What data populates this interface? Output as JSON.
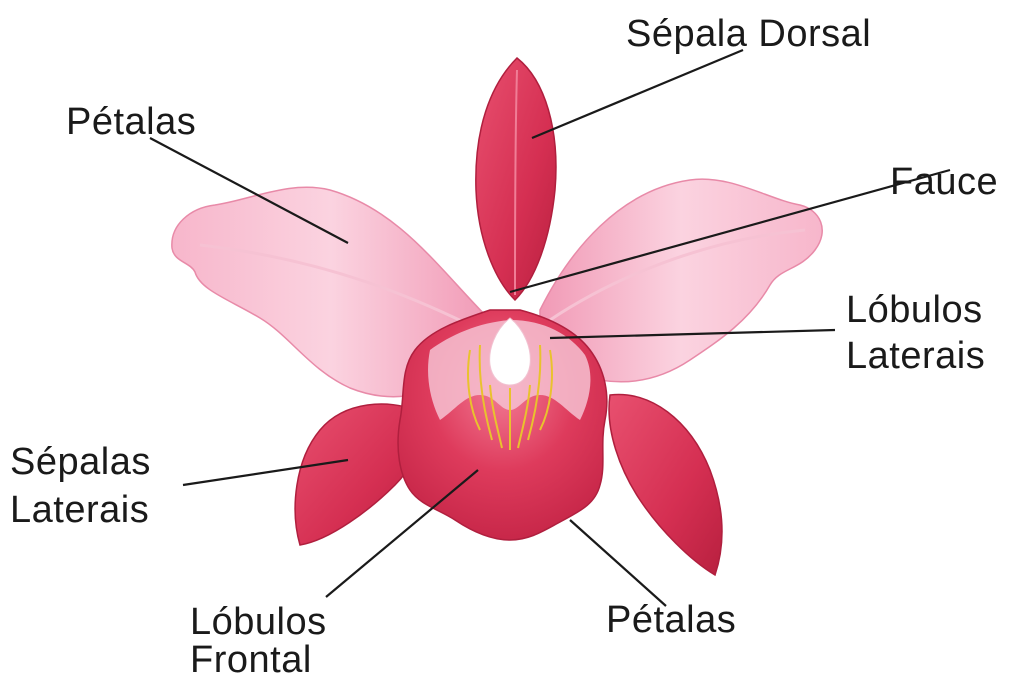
{
  "labels": {
    "sepala_dorsal": "Sépala Dorsal",
    "petalas_top": "Pétalas",
    "fauce": "Fauce",
    "lobulos_laterais_line1": "Lóbulos",
    "lobulos_laterais_line2": "Laterais",
    "sepalas_laterais_line1": "Sépalas",
    "sepalas_laterais_line2": "Laterais",
    "lobulos_frontal_line1": "Lóbulos",
    "lobulos_frontal_line2": "Frontal",
    "petalas_bottom": "Pétalas"
  },
  "colors": {
    "petal_pink": "#f4a3be",
    "petal_light": "#fbd3e0",
    "sepal_red": "#d9365a",
    "lip_red": "#d8304f",
    "throat_yellow": "#e9c22d",
    "line": "#1a1a1a"
  }
}
